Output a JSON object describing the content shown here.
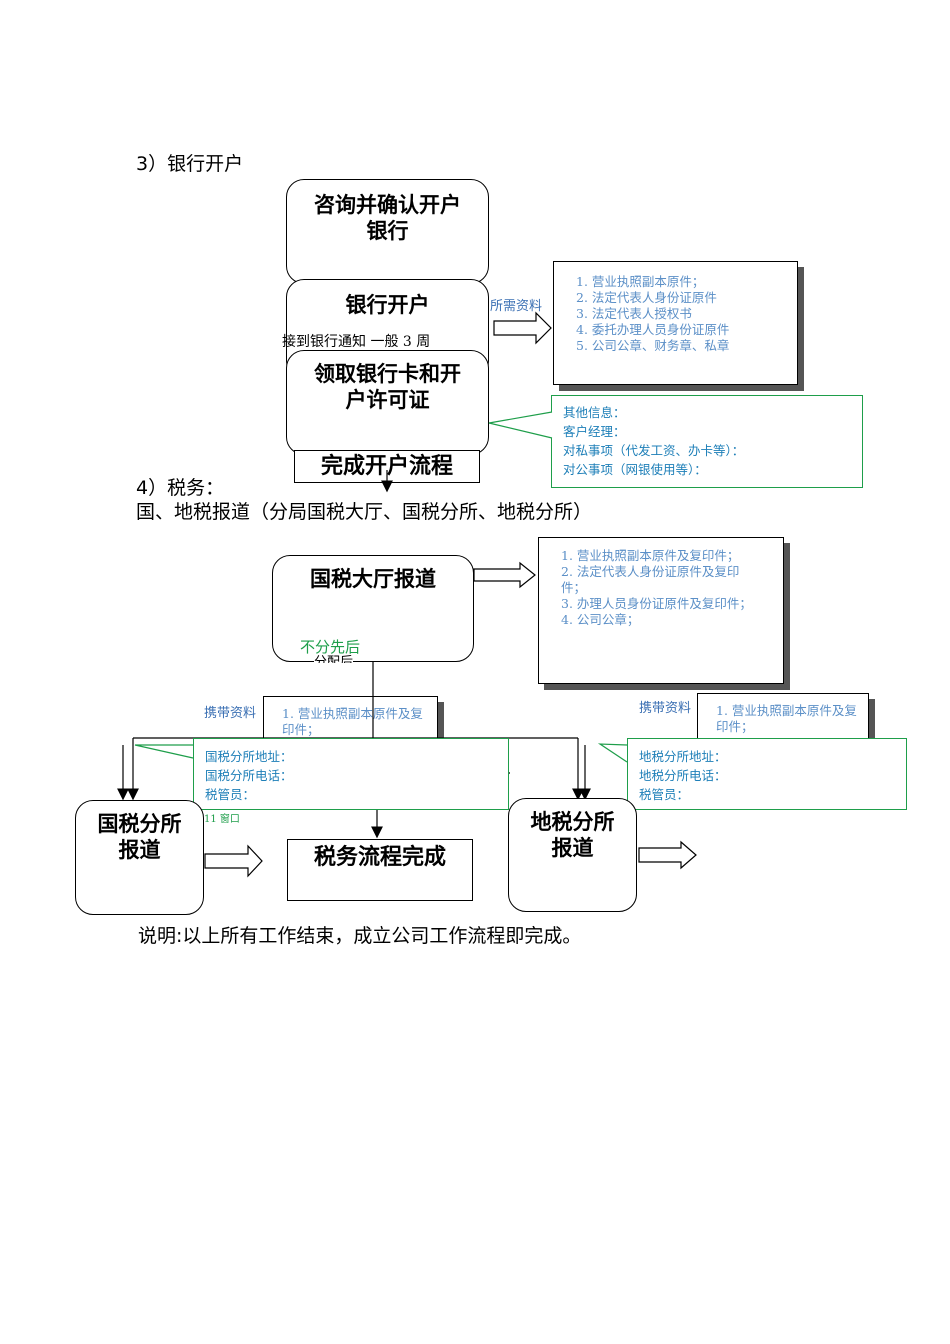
{
  "bank": {
    "heading": "3）银行开户",
    "steps": {
      "consult": "咨询并确认开户银行",
      "open": "银行开户",
      "open_note": "接到银行通知    一般 3 周",
      "collect": "领取银行卡和开户许可证",
      "complete": "完成开户流程"
    },
    "materials_label": "所需资料",
    "materials": [
      "1. 营业执照副本原件；",
      "2. 法定代表人身份证原件",
      "3. 法定代表人授权书",
      "4. 委托办理人员身份证原件",
      "5. 公司公章、财务章、私章"
    ],
    "other_info": [
      "其他信息：",
      "客户经理：",
      "对私事项（代发工资、办卡等）：",
      "对公事项（网银使用等）："
    ]
  },
  "tax": {
    "heading": "4）税务：",
    "subheading": "国、地税报道（分局国税大厅、国税分所、地税分所）",
    "hall": "国税大厅报道",
    "hall_note": "不分先后",
    "hall_note_hidden": "分配后",
    "hall_materials_label": "携带资料",
    "hall_materials": [
      "1. 营业执照副本原件及复印件；",
      "2. 法定代表人身份证原件及复印件；",
      "3. 办理人员身份证原件及复印件；",
      "4. 公司公章；"
    ],
    "national_branch": "国税分所报道",
    "national_materials_label": "携带资料",
    "national_materials": [
      "1. 营业执照副本原件及复印件；"
    ],
    "national_info": [
      "国税分所地址：",
      "国税分所电话：",
      "税管员："
    ],
    "window_note": "11 窗口",
    "local_branch": "地税分所报道",
    "local_materials_label": "携带资料",
    "local_materials": [
      "1. 营业执照副本原件及复印件；"
    ],
    "local_info": [
      "地税分所地址：",
      "地税分所电话：",
      "税管员："
    ],
    "complete": "税务流程完成"
  },
  "footer": "说明:以上所有工作结束，成立公司工作流程即完成。"
}
